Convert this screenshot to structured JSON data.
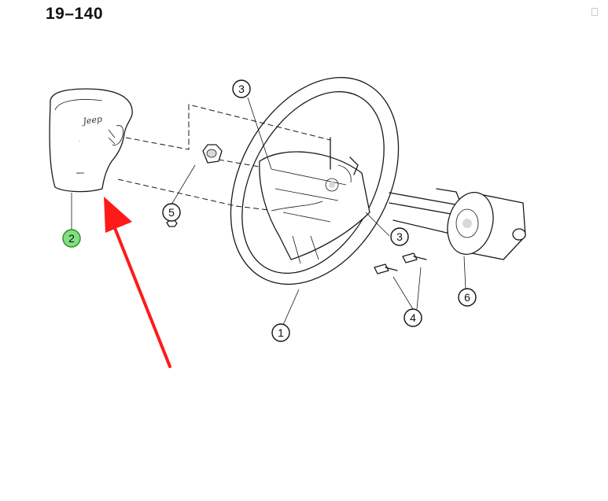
{
  "header": {
    "page_number": "19–140"
  },
  "diagram": {
    "callouts": [
      {
        "id": "callout-1",
        "label": "1"
      },
      {
        "id": "callout-2",
        "label": "2",
        "highlight": "#7fe07f"
      },
      {
        "id": "callout-3-top",
        "label": "3"
      },
      {
        "id": "callout-3-right",
        "label": "3"
      },
      {
        "id": "callout-4",
        "label": "4"
      },
      {
        "id": "callout-5",
        "label": "5"
      },
      {
        "id": "callout-6",
        "label": "6"
      }
    ],
    "airbag_emblem": "Jeep",
    "pointer_arrow_color": "#ff1a1a"
  }
}
